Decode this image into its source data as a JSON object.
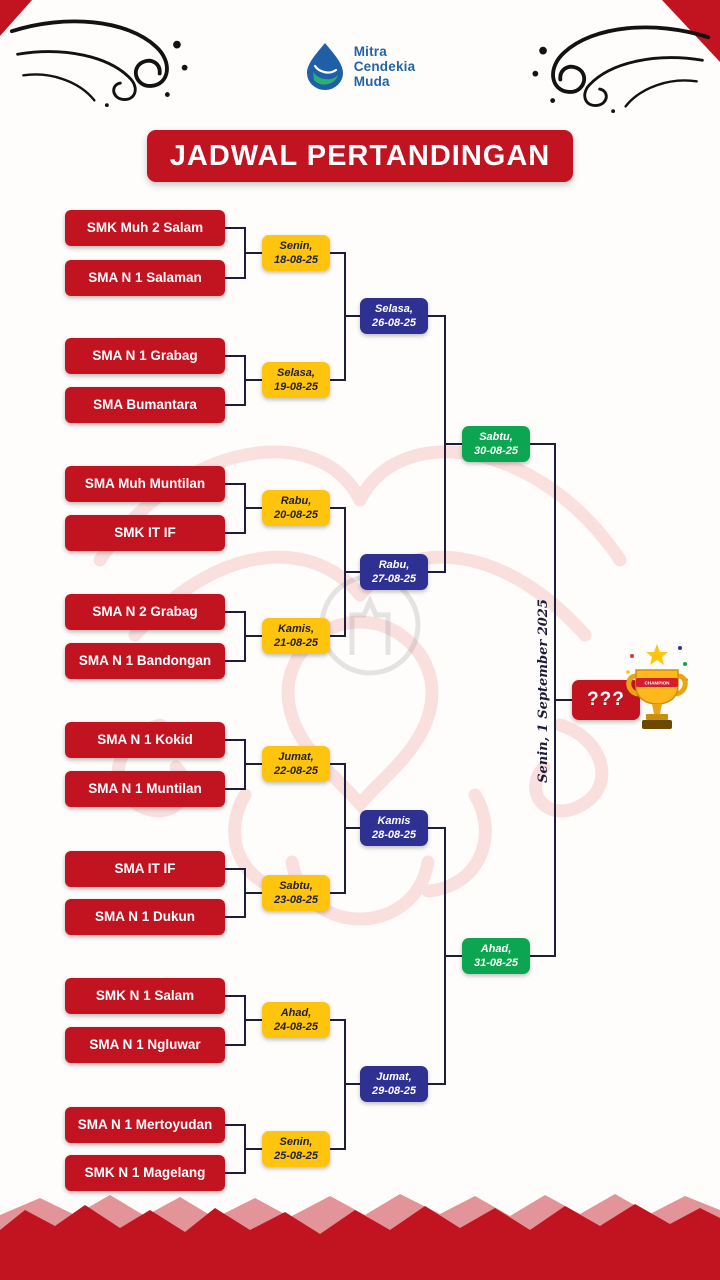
{
  "logo": {
    "lines": [
      "Mitra",
      "Cendekia",
      "Muda"
    ]
  },
  "title": "JADWAL PERTANDINGAN",
  "round1": [
    {
      "team_a": "SMK Muh 2 Salam",
      "team_b": "SMA N 1 Salaman",
      "day": "Senin,",
      "date": "18-08-25"
    },
    {
      "team_a": "SMA N 1 Grabag",
      "team_b": "SMA Bumantara",
      "day": "Selasa,",
      "date": "19-08-25"
    },
    {
      "team_a": "SMA Muh Muntilan",
      "team_b": "SMK IT IF",
      "day": "Rabu,",
      "date": "20-08-25"
    },
    {
      "team_a": "SMA N 2 Grabag",
      "team_b": "SMA N 1 Bandongan",
      "day": "Kamis,",
      "date": "21-08-25"
    },
    {
      "team_a": "SMA N 1 Kokid",
      "team_b": "SMA N 1 Muntilan",
      "day": "Jumat,",
      "date": "22-08-25"
    },
    {
      "team_a": "SMA IT IF",
      "team_b": "SMA N 1 Dukun",
      "day": "Sabtu,",
      "date": "23-08-25"
    },
    {
      "team_a": "SMK N 1 Salam",
      "team_b": "SMA N 1 Ngluwar",
      "day": "Ahad,",
      "date": "24-08-25"
    },
    {
      "team_a": "SMA N 1 Mertoyudan",
      "team_b": "SMK N 1 Magelang",
      "day": "Senin,",
      "date": "25-08-25"
    }
  ],
  "round2": [
    {
      "day": "Selasa,",
      "date": "26-08-25"
    },
    {
      "day": "Rabu,",
      "date": "27-08-25"
    },
    {
      "day": "Kamis",
      "date": "28-08-25"
    },
    {
      "day": "Jumat,",
      "date": "29-08-25"
    }
  ],
  "semifinal": [
    {
      "day": "Sabtu,",
      "date": "30-08-25"
    },
    {
      "day": "Ahad,",
      "date": "31-08-25"
    }
  ],
  "final": {
    "placeholder": "???",
    "date": "Senin, 1 September 2025",
    "trophy_label": "CHAMPION"
  },
  "colors": {
    "primary_red": "#c21320",
    "accent_yellow": "#ffc40e",
    "accent_blue": "#2e3192",
    "accent_green": "#0ca551",
    "logo_blue": "#2264a5"
  }
}
